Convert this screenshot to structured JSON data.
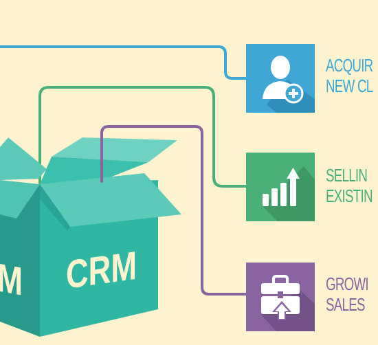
{
  "box": {
    "label": "CRM",
    "side_label": "M"
  },
  "items": [
    {
      "line1": "ACQUIR",
      "line2": "NEW CL",
      "icon": "add-user-icon"
    },
    {
      "line1": "SELLIN",
      "line2": "EXISTIN",
      "icon": "growth-bars-arrow-icon"
    },
    {
      "line1": "GROWI",
      "line2": "SALES",
      "icon": "briefcase-up-arrow-icon"
    }
  ],
  "colors": {
    "background": "#fdf3cf",
    "blue": "#3ea7d6",
    "green": "#49b077",
    "purple": "#8a64a1",
    "box_front": "#2fb7a3",
    "box_side": "#279a8c",
    "flap_light": "#5ccab8"
  }
}
